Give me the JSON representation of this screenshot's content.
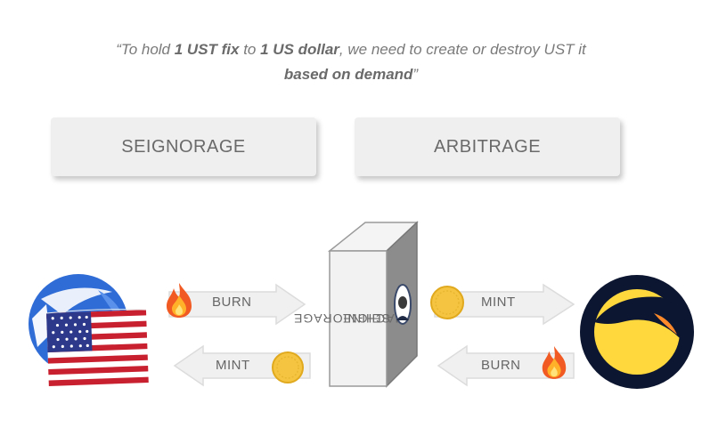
{
  "quote": {
    "open": "“To hold ",
    "bold1": "1 UST fix",
    "mid1": " to ",
    "bold2": "1 US dollar",
    "mid2": ", we need to create or destroy UST it",
    "bold3": "based on demand",
    "close": "”"
  },
  "concepts": {
    "left": "SEIGNORAGE",
    "right": "ARBITRAGE"
  },
  "machine": {
    "line1": "SEIGNIORAGE",
    "line2": "MACHINE"
  },
  "arrows": {
    "top_left": "BURN",
    "bottom_left": "MINT",
    "top_right": "MINT",
    "bottom_right": "BURN"
  },
  "icons": {
    "ust": "ust-coin-with-us-flag-icon",
    "luna": "luna-moon-logo-icon",
    "fire": "fire-icon",
    "coin": "gold-coin-icon",
    "portrait": "founder-portrait-icon"
  },
  "colors": {
    "ust_blue": "#2f6cd6",
    "luna_bg": "#0d1630",
    "luna_yellow": "#ffd83d",
    "coin_gold": "#f5c542",
    "box_gray": "#efefef"
  }
}
